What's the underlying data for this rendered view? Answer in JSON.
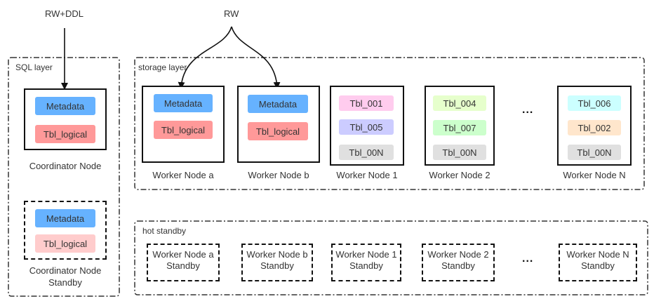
{
  "top_labels": {
    "rw_ddl": "RW+DDL",
    "rw": "RW"
  },
  "groups": {
    "sql_layer": "SQL layer",
    "storage_layer": "storage layer",
    "hot_standby": "hot standby"
  },
  "coordinator": {
    "name": "Coordinator Node",
    "metadata": "Metadata",
    "tbl_logical": "Tbl_logical"
  },
  "coordinator_standby": {
    "name_line1": "Coordinator Node",
    "name_line2": "Standby",
    "metadata": "Metadata",
    "tbl_logical": "Tbl_logical"
  },
  "workers": [
    {
      "name": "Worker Node a",
      "items": [
        "Metadata",
        "Tbl_logical"
      ]
    },
    {
      "name": "Worker Node b",
      "items": [
        "Metadata",
        "Tbl_logical"
      ]
    },
    {
      "name": "Worker Node 1",
      "items": [
        "Tbl_001",
        "Tbl_005",
        "Tbl_00N"
      ]
    },
    {
      "name": "Worker Node 2",
      "items": [
        "Tbl_004",
        "Tbl_007",
        "Tbl_00N"
      ]
    },
    {
      "name": "Worker Node N",
      "items": [
        "Tbl_006",
        "Tbl_002",
        "Tbl_00N"
      ]
    }
  ],
  "ellipsis": "...",
  "standby_nodes": [
    {
      "line1": "Worker Node a",
      "line2": "Standby"
    },
    {
      "line1": "Worker Node b",
      "line2": "Standby"
    },
    {
      "line1": "Worker Node 1",
      "line2": "Standby"
    },
    {
      "line1": "Worker Node 2",
      "line2": "Standby"
    },
    {
      "line1": "Worker Node N",
      "line2": "Standby"
    }
  ],
  "colors": {
    "metadata": "#66b2ff",
    "tbl_logical": "#ff9999",
    "tbl_logical_standby": "#ffcccc",
    "tbl_001": "#ffccee",
    "tbl_005": "#ccccff",
    "tbl_00N": "#e0e0e0",
    "tbl_004": "#e6ffcc",
    "tbl_007": "#ccffcc",
    "tbl_006": "#ccffff",
    "tbl_002": "#ffe6cc"
  }
}
